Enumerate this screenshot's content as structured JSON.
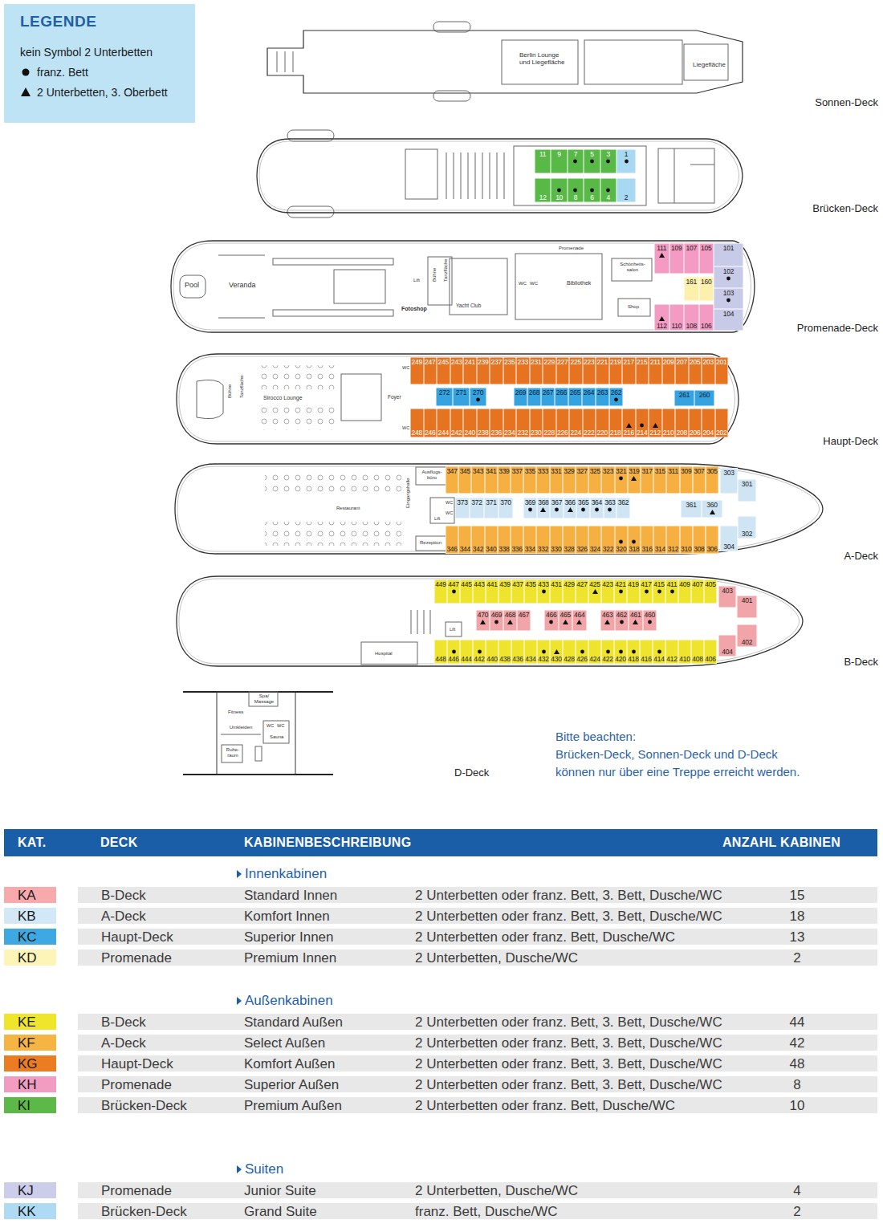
{
  "diagram": {
    "nodes": [
      {
        "text": [
          "Sonnen-Deck"
        ]
      },
      {
        "text": [
          "Brücken-Deck"
        ]
      },
      {
        "text": [
          "11"
        ],
        "in": 1
      },
      {
        "text": [
          "9"
        ],
        "in": 1
      },
      {
        "text": [
          "7"
        ],
        "in": 1
      },
      {
        "text": [
          "5"
        ],
        "in": 1
      },
      {
        "text": [
          "3"
        ],
        "in": 1
      },
      {
        "text": [
          "1"
        ],
        "in": 1
      },
      {
        "text": [
          "12"
        ],
        "in": 1
      },
      {
        "text": [
          "10"
        ],
        "in": 1
      },
      {
        "text": [
          "8"
        ],
        "in": 1
      },
      {
        "text": [
          "6"
        ],
        "in": 1
      },
      {
        "text": [
          "4"
        ],
        "in": 1
      },
      {
        "text": [
          "2"
        ],
        "in": 1
      },
      {
        "text": [
          "Promenade-Deck"
        ]
      },
      {
        "text": [
          "111"
        ],
        "in": 14
      },
      {
        "text": [
          "109"
        ],
        "in": 14
      },
      {
        "text": [
          "107"
        ],
        "in": 14
      },
      {
        "text": [
          "105"
        ],
        "in": 14
      },
      {
        "text": [
          "101"
        ],
        "in": 14
      },
      {
        "text": [
          "161"
        ],
        "in": 14
      },
      {
        "text": [
          "160"
        ],
        "in": 14
      },
      {
        "text": [
          "102"
        ],
        "in": 14
      },
      {
        "text": [
          "103"
        ],
        "in": 14
      },
      {
        "text": [
          "112"
        ],
        "in": 14
      },
      {
        "text": [
          "110"
        ],
        "in": 14
      },
      {
        "text": [
          "108"
        ],
        "in": 14
      },
      {
        "text": [
          "106"
        ],
        "in": 14
      },
      {
        "text": [
          "104"
        ],
        "in": 14
      },
      {
        "text": [
          "Haupt-Deck"
        ]
      },
      {
        "text": [
          "249"
        ],
        "in": 29
      },
      {
        "text": [
          "247"
        ],
        "in": 29
      },
      {
        "text": [
          "245"
        ],
        "in": 29
      },
      {
        "text": [
          "243"
        ],
        "in": 29
      },
      {
        "text": [
          "241"
        ],
        "in": 29
      },
      {
        "text": [
          "239"
        ],
        "in": 29
      },
      {
        "text": [
          "237"
        ],
        "in": 29
      },
      {
        "text": [
          "235"
        ],
        "in": 29
      },
      {
        "text": [
          "233"
        ],
        "in": 29
      },
      {
        "text": [
          "231"
        ],
        "in": 29
      },
      {
        "text": [
          "229"
        ],
        "in": 29
      },
      {
        "text": [
          "227"
        ],
        "in": 29
      },
      {
        "text": [
          "225"
        ],
        "in": 29
      },
      {
        "text": [
          "223"
        ],
        "in": 29
      },
      {
        "text": [
          "221"
        ],
        "in": 29
      },
      {
        "text": [
          "219"
        ],
        "in": 29
      },
      {
        "text": [
          "217"
        ],
        "in": 29
      },
      {
        "text": [
          "215"
        ],
        "in": 29
      },
      {
        "text": [
          "211"
        ],
        "in": 29
      },
      {
        "text": [
          "209"
        ],
        "in": 29
      },
      {
        "text": [
          "207"
        ],
        "in": 29
      },
      {
        "text": [
          "205"
        ],
        "in": 29
      },
      {
        "text": [
          "203"
        ],
        "in": 29
      },
      {
        "text": [
          "201"
        ],
        "in": 29
      },
      {
        "text": [
          "272"
        ],
        "in": 29
      },
      {
        "text": [
          "271"
        ],
        "in": 29
      },
      {
        "text": [
          "270"
        ],
        "in": 29
      },
      {
        "text": [
          "269"
        ],
        "in": 29
      },
      {
        "text": [
          "268"
        ],
        "in": 29
      },
      {
        "text": [
          "267"
        ],
        "in": 29
      },
      {
        "text": [
          "266"
        ],
        "in": 29
      },
      {
        "text": [
          "265"
        ],
        "in": 29
      },
      {
        "text": [
          "264"
        ],
        "in": 29
      },
      {
        "text": [
          "263"
        ],
        "in": 29
      },
      {
        "text": [
          "262"
        ],
        "in": 29
      },
      {
        "text": [
          "261"
        ],
        "in": 29
      },
      {
        "text": [
          "260"
        ],
        "in": 29
      },
      {
        "text": [
          "248"
        ],
        "in": 29
      },
      {
        "text": [
          "246"
        ],
        "in": 29
      },
      {
        "text": [
          "244"
        ],
        "in": 29
      },
      {
        "text": [
          "242"
        ],
        "in": 29
      },
      {
        "text": [
          "240"
        ],
        "in": 29
      },
      {
        "text": [
          "238"
        ],
        "in": 29
      },
      {
        "text": [
          "236"
        ],
        "in": 29
      },
      {
        "text": [
          "234"
        ],
        "in": 29
      },
      {
        "text": [
          "232"
        ],
        "in": 29
      },
      {
        "text": [
          "230"
        ],
        "in": 29
      },
      {
        "text": [
          "228"
        ],
        "in": 29
      },
      {
        "text": [
          "226"
        ],
        "in": 29
      },
      {
        "text": [
          "224"
        ],
        "in": 29
      },
      {
        "text": [
          "222"
        ],
        "in": 29
      },
      {
        "text": [
          "220"
        ],
        "in": 29
      },
      {
        "text": [
          "218"
        ],
        "in": 29
      },
      {
        "text": [
          "216"
        ],
        "in": 29
      },
      {
        "text": [
          "214"
        ],
        "in": 29
      },
      {
        "text": [
          "212"
        ],
        "in": 29
      },
      {
        "text": [
          "210"
        ],
        "in": 29
      },
      {
        "text": [
          "208"
        ],
        "in": 29
      },
      {
        "text": [
          "206"
        ],
        "in": 29
      },
      {
        "text": [
          "204"
        ],
        "in": 29
      },
      {
        "text": [
          "202"
        ],
        "in": 29
      },
      {
        "text": [
          "A-Deck"
        ]
      },
      {
        "text": [
          "347"
        ],
        "in": 91
      },
      {
        "text": [
          "345"
        ],
        "in": 91
      },
      {
        "text": [
          "343"
        ],
        "in": 91
      },
      {
        "text": [
          "341"
        ],
        "in": 91
      },
      {
        "text": [
          "339"
        ],
        "in": 91
      },
      {
        "text": [
          "337"
        ],
        "in": 91
      },
      {
        "text": [
          "335"
        ],
        "in": 91
      },
      {
        "text": [
          "333"
        ],
        "in": 91
      },
      {
        "text": [
          "331"
        ],
        "in": 91
      },
      {
        "text": [
          "329"
        ],
        "in": 91
      },
      {
        "text": [
          "327"
        ],
        "in": 91
      },
      {
        "text": [
          "325"
        ],
        "in": 91
      },
      {
        "text": [
          "323"
        ],
        "in": 91
      },
      {
        "text": [
          "321"
        ],
        "in": 91
      },
      {
        "text": [
          "319"
        ],
        "in": 91
      },
      {
        "text": [
          "317"
        ],
        "in": 91
      },
      {
        "text": [
          "315"
        ],
        "in": 91
      },
      {
        "text": [
          "311"
        ],
        "in": 91
      },
      {
        "text": [
          "309"
        ],
        "in": 91
      },
      {
        "text": [
          "307"
        ],
        "in": 91
      },
      {
        "text": [
          "305"
        ],
        "in": 91
      },
      {
        "text": [
          "303"
        ],
        "in": 91
      },
      {
        "text": [
          "301"
        ],
        "in": 91
      },
      {
        "text": [
          "373"
        ],
        "in": 91
      },
      {
        "text": [
          "372"
        ],
        "in": 91
      },
      {
        "text": [
          "371"
        ],
        "in": 91
      },
      {
        "text": [
          "370"
        ],
        "in": 91
      },
      {
        "text": [
          "369"
        ],
        "in": 91
      },
      {
        "text": [
          "368"
        ],
        "in": 91
      },
      {
        "text": [
          "367"
        ],
        "in": 91
      },
      {
        "text": [
          "366"
        ],
        "in": 91
      },
      {
        "text": [
          "365"
        ],
        "in": 91
      },
      {
        "text": [
          "364"
        ],
        "in": 91
      },
      {
        "text": [
          "363"
        ],
        "in": 91
      },
      {
        "text": [
          "362"
        ],
        "in": 91
      },
      {
        "text": [
          "361"
        ],
        "in": 91
      },
      {
        "text": [
          "360"
        ],
        "in": 91
      },
      {
        "text": [
          "346"
        ],
        "in": 91
      },
      {
        "text": [
          "344"
        ],
        "in": 91
      },
      {
        "text": [
          "342"
        ],
        "in": 91
      },
      {
        "text": [
          "340"
        ],
        "in": 91
      },
      {
        "text": [
          "338"
        ],
        "in": 91
      },
      {
        "text": [
          "336"
        ],
        "in": 91
      },
      {
        "text": [
          "334"
        ],
        "in": 91
      },
      {
        "text": [
          "332"
        ],
        "in": 91
      },
      {
        "text": [
          "330"
        ],
        "in": 91
      },
      {
        "text": [
          "328"
        ],
        "in": 91
      },
      {
        "text": [
          "326"
        ],
        "in": 91
      },
      {
        "text": [
          "324"
        ],
        "in": 91
      },
      {
        "text": [
          "322"
        ],
        "in": 91
      },
      {
        "text": [
          "320"
        ],
        "in": 91
      },
      {
        "text": [
          "318"
        ],
        "in": 91
      },
      {
        "text": [
          "316"
        ],
        "in": 91
      },
      {
        "text": [
          "314"
        ],
        "in": 91
      },
      {
        "text": [
          "312"
        ],
        "in": 91
      },
      {
        "text": [
          "310"
        ],
        "in": 91
      },
      {
        "text": [
          "308"
        ],
        "in": 91
      },
      {
        "text": [
          "306"
        ],
        "in": 91
      },
      {
        "text": [
          "304"
        ],
        "in": 91
      },
      {
        "text": [
          "302"
        ],
        "in": 91
      },
      {
        "text": [
          "B-Deck"
        ]
      },
      {
        "text": [
          "449"
        ],
        "in": 152
      },
      {
        "text": [
          "447"
        ],
        "in": 152
      },
      {
        "text": [
          "445"
        ],
        "in": 152
      },
      {
        "text": [
          "443"
        ],
        "in": 152
      },
      {
        "text": [
          "441"
        ],
        "in": 152
      },
      {
        "text": [
          "439"
        ],
        "in": 152
      },
      {
        "text": [
          "437"
        ],
        "in": 152
      },
      {
        "text": [
          "435"
        ],
        "in": 152
      },
      {
        "text": [
          "433"
        ],
        "in": 152
      },
      {
        "text": [
          "431"
        ],
        "in": 152
      },
      {
        "text": [
          "429"
        ],
        "in": 152
      },
      {
        "text": [
          "427"
        ],
        "in": 152
      },
      {
        "text": [
          "425"
        ],
        "in": 152
      },
      {
        "text": [
          "423"
        ],
        "in": 152
      },
      {
        "text": [
          "421"
        ],
        "in": 152
      },
      {
        "text": [
          "419"
        ],
        "in": 152
      },
      {
        "text": [
          "417"
        ],
        "in": 152
      },
      {
        "text": [
          "415"
        ],
        "in": 152
      },
      {
        "text": [
          "411"
        ],
        "in": 152
      },
      {
        "text": [
          "409"
        ],
        "in": 152
      },
      {
        "text": [
          "407"
        ],
        "in": 152
      },
      {
        "text": [
          "405"
        ],
        "in": 152
      },
      {
        "text": [
          "403"
        ],
        "in": 152
      },
      {
        "text": [
          "401"
        ],
        "in": 152
      },
      {
        "text": [
          "470"
        ],
        "in": 152
      },
      {
        "text": [
          "469"
        ],
        "in": 152
      },
      {
        "text": [
          "468"
        ],
        "in": 152
      },
      {
        "text": [
          "467"
        ],
        "in": 152
      },
      {
        "text": [
          "466"
        ],
        "in": 152
      },
      {
        "text": [
          "465"
        ],
        "in": 152
      },
      {
        "text": [
          "464"
        ],
        "in": 152
      },
      {
        "text": [
          "463"
        ],
        "in": 152
      },
      {
        "text": [
          "462"
        ],
        "in": 152
      },
      {
        "text": [
          "461"
        ],
        "in": 152
      },
      {
        "text": [
          "460"
        ],
        "in": 152
      },
      {
        "text": [
          "448"
        ],
        "in": 152
      },
      {
        "text": [
          "446"
        ],
        "in": 152
      },
      {
        "text": [
          "444"
        ],
        "in": 152
      },
      {
        "text": [
          "442"
        ],
        "in": 152
      },
      {
        "text": [
          "440"
        ],
        "in": 152
      },
      {
        "text": [
          "438"
        ],
        "in": 152
      },
      {
        "text": [
          "436"
        ],
        "in": 152
      },
      {
        "text": [
          "434"
        ],
        "in": 152
      },
      {
        "text": [
          "432"
        ],
        "in": 152
      },
      {
        "text": [
          "430"
        ],
        "in": 152
      },
      {
        "text": [
          "428"
        ],
        "in": 152
      },
      {
        "text": [
          "426"
        ],
        "in": 152
      },
      {
        "text": [
          "424"
        ],
        "in": 152
      },
      {
        "text": [
          "422"
        ],
        "in": 152
      },
      {
        "text": [
          "420"
        ],
        "in": 152
      },
      {
        "text": [
          "418"
        ],
        "in": 152
      },
      {
        "text": [
          "416"
        ],
        "in": 152
      },
      {
        "text": [
          "414"
        ],
        "in": 152
      },
      {
        "text": [
          "412"
        ],
        "in": 152
      },
      {
        "text": [
          "410"
        ],
        "in": 152
      },
      {
        "text": [
          "408"
        ],
        "in": 152
      },
      {
        "text": [
          "406"
        ],
        "in": 152
      },
      {
        "text": [
          "404"
        ],
        "in": 152
      },
      {
        "text": [
          "402"
        ],
        "in": 152
      },
      {
        "text": [
          "D-Deck"
        ]
      }
    ],
    "labels": [
      "LEGENDE",
      "Berlin Lounge und Liegefläche",
      "Liegefläche",
      "Pool",
      "Veranda",
      "Lift",
      "Bühne",
      "Tanzfläche",
      "Fotoshop",
      "Yacht Club",
      "WC",
      "WC",
      "Promenade",
      "Bibliothek",
      "Schönheits- salon",
      "Shop",
      "Bühne",
      "Tanzfläche",
      "Sirocco Lounge",
      "Foyer",
      "WC",
      "WC",
      "Ausflugs- büro",
      "Restaurant",
      "Eingangshalle",
      "WC",
      "WC",
      "Lift",
      "Rezeption",
      "Lift",
      "Hospital",
      "Spa/ Massage",
      "Fitness",
      "Umkleiden",
      "WC",
      "WC",
      "Sauna",
      "Ruhe- raum",
      "Bitte beachten:",
      "Brücken-Deck, Sonnen-Deck und D-Deck können nur über eine Treppe erreicht werden.",
      "KAT.",
      "DECK",
      "KABINENBESCHREIBUNG",
      "ANZAHL KABINEN",
      "Innenkabinen",
      "KA",
      "B-Deck",
      "Standard Innen",
      "2 Unterbetten oder franz. Bett, 3. Bett, Dusche/WC",
      "15",
      "KB",
      "A-Deck",
      "Komfort Innen",
      "2 Unterbetten oder franz. Bett, 3. Bett, Dusche/WC",
      "18",
      "KC",
      "Haupt-Deck",
      "Superior Innen",
      "2 Unterbetten oder franz. Bett, Dusche/WC",
      "13",
      "KD",
      "Promenade",
      "Premium Innen",
      "2 Unterbetten, Dusche/WC",
      "2",
      "Außenkabinen",
      "KE",
      "B-Deck",
      "Standard Außen",
      "2 Unterbetten oder franz. Bett, 3. Bett, Dusche/WC",
      "44",
      "KF",
      "A-Deck",
      "Select Außen",
      "2 Unterbetten oder franz. Bett, 3. Bett, Dusche/WC",
      "42",
      "KG",
      "Haupt-Deck",
      "Komfort Außen",
      "2 Unterbetten oder franz. Bett, 3. Bett, Dusche/WC",
      "48",
      "KH",
      "Promenade",
      "Superior Außen",
      "2 Unterbetten oder franz. Bett, 3. Bett, Dusche/WC",
      "8",
      "KI",
      "Brücken-Deck",
      "Premium Außen",
      "2 Unterbetten oder franz. Bett, Dusche/WC",
      "10",
      "Suiten",
      "KJ",
      "Promenade",
      "Junior Suite",
      "2 Unterbetten, Dusche/WC",
      "4",
      "KK",
      "Brücken-Deck",
      "Grand Suite",
      "franz. Bett, Dusche/WC",
      "2"
    ],
    "legend": [
      {
        "text": "kein Symbol 2 Unterbetten"
      },
      {
        "text": "franz. Bett"
      },
      {
        "text": "2 Unterbetten, 3. Oberbett"
      }
    ]
  }
}
